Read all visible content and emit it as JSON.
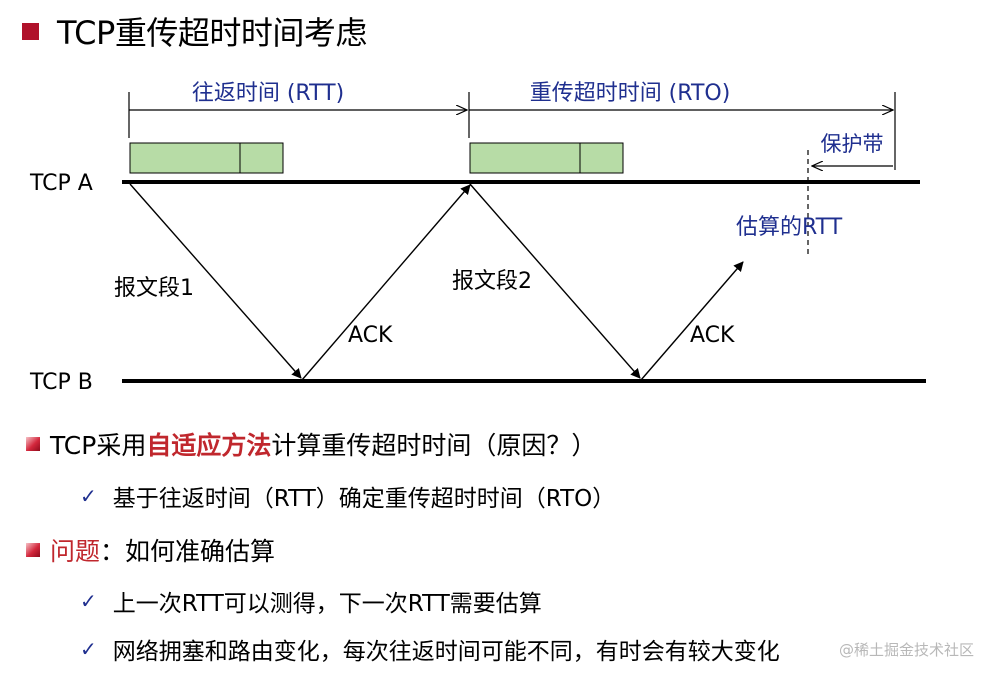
{
  "title": "TCP重传超时时间考虑",
  "diagram": {
    "rtt_label": "往返时间 (RTT)",
    "rto_label": "重传超时时间 (RTO)",
    "guard_label": "保护带",
    "tcp_a": "TCP A",
    "tcp_b": "TCP B",
    "segment1": "报文段1",
    "segment2": "报文段2",
    "ack1": "ACK",
    "ack2": "ACK",
    "estimated_rtt": "估算的RTT"
  },
  "bullets": {
    "b1_prefix": "TCP采用",
    "b1_em": "自适应方法",
    "b1_suffix": "计算重传超时时间（原因？）",
    "b1_sub": "基于往返时间（RTT）确定重传超时时间（RTO）",
    "b2_em": "问题",
    "b2_suffix": "：如何准确估算",
    "b2_sub1": "上一次RTT可以测得，下一次RTT需要估算",
    "b2_sub2": "网络拥塞和路由变化，每次往返时间可能不同，有时会有较大变化"
  },
  "watermark": "@稀土掘金技术社区",
  "colors": {
    "title_square": "#b0112a",
    "label_blue": "#1f2f8f",
    "segment_fill": "#b7dca6",
    "emphasis_red": "#c0272d"
  },
  "icons": {
    "title_marker": "red-square-icon",
    "bullet_marker": "gradient-square-icon",
    "sub_marker": "checkmark-icon"
  }
}
